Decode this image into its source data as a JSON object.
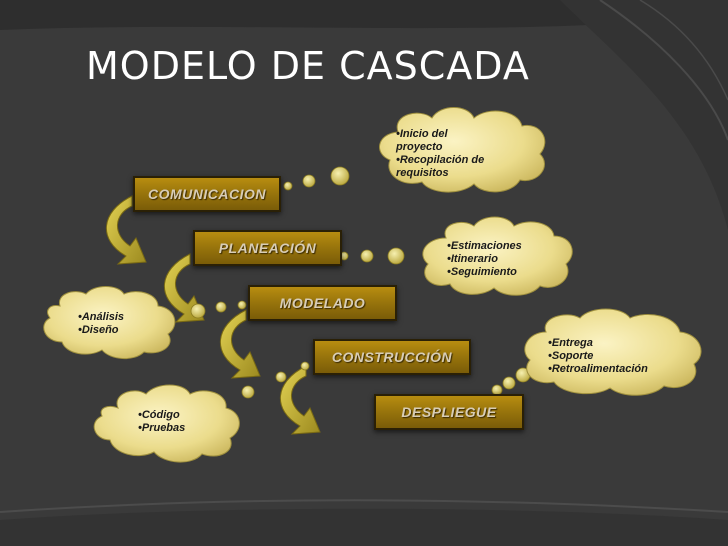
{
  "title": "MODELO DE CASCADA",
  "stages": [
    "COMUNICACION",
    "PLANEACIÓN",
    "MODELADO",
    "CONSTRUCCIÓN",
    "DESPLIEGUE"
  ],
  "clouds": {
    "comunicacion": [
      "•Inicio del",
      "proyecto",
      "•Recopilación de",
      "requisitos"
    ],
    "planeacion": [
      "•Estimaciones",
      "•Itinerario",
      "•Seguimiento"
    ],
    "modelado": [
      "•Análisis",
      "•Diseño"
    ],
    "construccion": [
      "•Código",
      "•Pruebas"
    ],
    "despliegue": [
      "•Entrega",
      "•Soporte",
      "•Retroalimentación"
    ]
  },
  "colors": {
    "background": "#3a3a3a",
    "stage_gold": "#a07a0c",
    "cloud_fill": "#e8d98a",
    "accent_dot": "#d4c54a"
  }
}
